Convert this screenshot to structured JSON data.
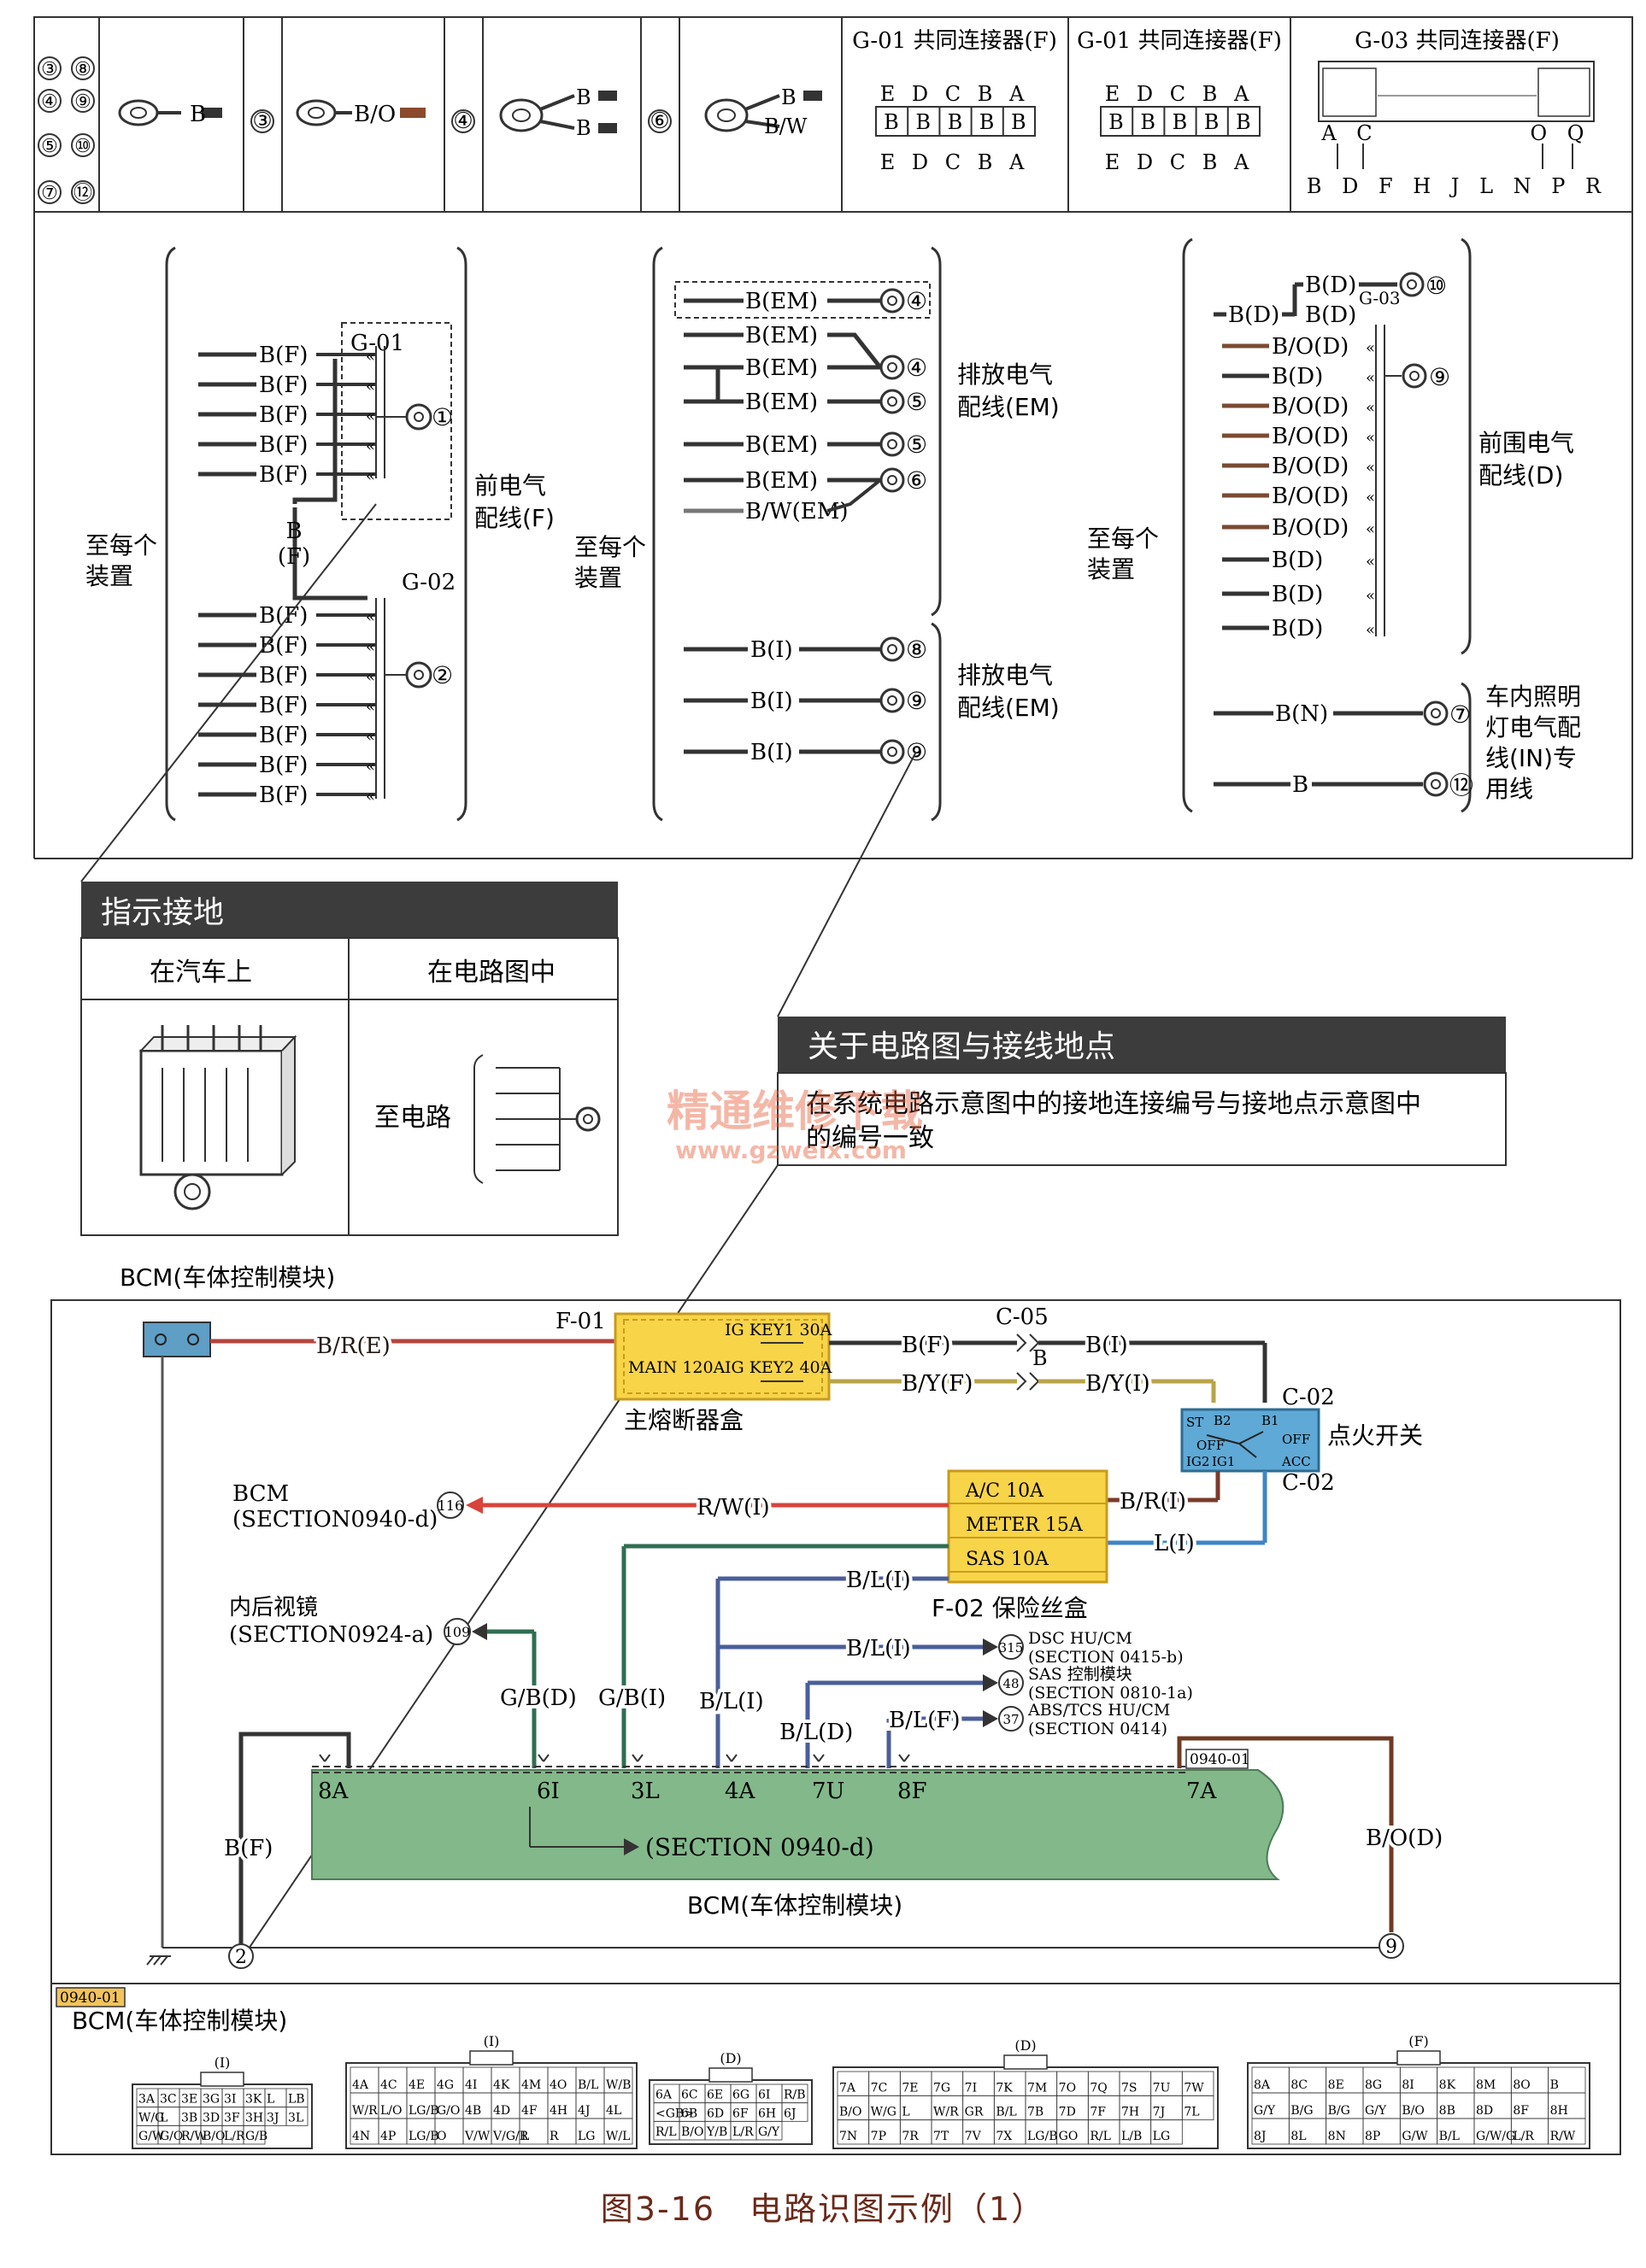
{
  "figure_caption": "图3-16　电路识图示例（1）",
  "watermark": {
    "cn": "精通维修下载",
    "url": "www.gzweix.com"
  },
  "legend_row": {
    "numbers_col1": [
      "③",
      "⑧",
      "④",
      "⑨",
      "⑤",
      "⑩",
      "⑦",
      "⑫"
    ],
    "items": [
      {
        "num": "",
        "label": "B"
      },
      {
        "num": "③",
        "label": "B/O"
      },
      {
        "num": "④",
        "label_a": "B",
        "label_b": "B"
      },
      {
        "num": "⑥",
        "label_a": "B",
        "label_b": "B/W"
      }
    ],
    "connectors": [
      {
        "title": "G-01 共同连接器(F)",
        "top_letters": "E D C B A",
        "pins": [
          "B",
          "B",
          "B",
          "B",
          "B"
        ],
        "bottom_letters": "E D C B A"
      },
      {
        "title": "G-01 共同连接器(F)",
        "top_letters": "E D C B A",
        "pins": [
          "B",
          "B",
          "B",
          "B",
          "B"
        ],
        "bottom_letters": "E D C B A"
      },
      {
        "title": "G-03 共同连接器(F)",
        "top_letters": "A C",
        "right_letters": "O Q",
        "bottom_letters": "B D F H J L N P R"
      }
    ]
  },
  "panel_f": {
    "side_label": "至每个\n装置",
    "group_label": "前电气\n配线(F)",
    "connector_top": "G-01",
    "connector_bottom": "G-02",
    "top_wires": [
      "B(F)",
      "B(F)",
      "B(F)",
      "B(F)",
      "B(F)"
    ],
    "mid_wire": "B\n(F)",
    "bottom_wires": [
      "B(F)",
      "B(F)",
      "B(F)",
      "B(F)",
      "B(F)",
      "B(F)",
      "B(F)"
    ],
    "ground_top": "①",
    "ground_bottom": "②"
  },
  "panel_em": {
    "side_label": "至每个\n装置",
    "group_label_1": "排放电气\n配线(EM)",
    "group_label_2": "排放电气\n配线(EM)",
    "wires_top": [
      {
        "label": "B(EM)",
        "gnd": "④"
      },
      {
        "label": "B(EM)",
        "gnd": ""
      },
      {
        "label": "B(EM)",
        "gnd": "④"
      },
      {
        "label": "B(EM)",
        "gnd": "⑤"
      },
      {
        "label": "B(EM)",
        "gnd": "⑤"
      },
      {
        "label": "B(EM)",
        "gnd": "⑥"
      },
      {
        "label": "B/W(EM)",
        "gnd": ""
      }
    ],
    "wires_bottom": [
      {
        "label": "B(I)",
        "gnd": "⑧"
      },
      {
        "label": "B(I)",
        "gnd": "⑨"
      },
      {
        "label": "B(I)",
        "gnd": "⑨"
      }
    ]
  },
  "panel_d": {
    "side_label": "至每个\n装置",
    "group_label": "前围电气\n配线(D)",
    "connector": "G-03",
    "top": [
      {
        "label": "B(D)",
        "gnd": "⑩"
      },
      {
        "label": "B(D)"
      },
      {
        "label": "B(D)"
      }
    ],
    "wires": [
      "B/O(D)",
      "B(D)",
      "B/O(D)",
      "B/O(D)",
      "B/O(D)",
      "B/O(D)",
      "B/O(D)",
      "B(D)",
      "B(D)",
      "B(D)"
    ],
    "gnd_main": "⑨",
    "interior_label": "车内照明\n灯电气配\n线(IN)专\n用线",
    "wire_n": {
      "label": "B(N)",
      "gnd": "⑦"
    },
    "wire_b": {
      "label": "B",
      "gnd": "⑫"
    }
  },
  "ground_box": {
    "title": "指示接地",
    "col1": "在汽车上",
    "col2": "在电路图中",
    "to_circuit": "至电路"
  },
  "about_box": {
    "title": "关于电路图与接线地点",
    "body": "在系统电路示意图中的接地连接编号与接地点示意图中的编号一致"
  },
  "circuit": {
    "bcm_top_label": "BCM(车体控制模块)",
    "wire_bre": "B/R(E)",
    "f01": "F-01",
    "main_fuse_box": "主熔断器盒",
    "fuse_igkey1": "IG KEY1 30A",
    "fuse_main": "MAIN 120A",
    "fuse_igkey2": "IG KEY2 40A",
    "wire_bf": "B(F)",
    "wire_byf": "B/Y(F)",
    "c05": "C-05",
    "c05_pin": "B",
    "wire_bi": "B(I)",
    "wire_byi": "B/Y(I)",
    "c02_top": "C-02",
    "c02_bottom": "C-02",
    "ignition": "点火开关",
    "ign_labels": [
      "ST",
      "B2",
      "B1",
      "OFF",
      "OFF",
      "IG2",
      "IG1",
      "ACC"
    ],
    "bcm_ref": "BCM\n(SECTION0940-d)",
    "bcm_ref_num": "116",
    "wire_rwi": "R/W(I)",
    "f02_fuses": [
      "A/C  10A",
      "METER  15A",
      "SAS  10A"
    ],
    "f02_label": "F-02 保险丝盒",
    "wire_bri": "B/R(I)",
    "wire_li": "L(I)",
    "wire_bli_1": "B/L(I)",
    "wire_bli_2": "B/L(I)",
    "dsc": "DSC  HU/CM\n(SECTION 0415-b)",
    "dsc_num": "315",
    "sas": "SAS  控制模块\n(SECTION 0810-1a)",
    "sas_num": "48",
    "abs": "ABS/TCS HU/CM\n(SECTION 0414)",
    "abs_num": "37",
    "wire_blf": "B/L(F)",
    "mirror": "内后视镜\n(SECTION0924-a)",
    "mirror_num": "109",
    "wire_gbd": "G/B(D)",
    "wire_gbi": "G/B(I)",
    "wire_bli_3": "B/L(I)",
    "wire_bld": "B/L(D)",
    "bcm_pins": [
      "8A",
      "6I",
      "3L",
      "4A",
      "7U",
      "8F",
      "7A"
    ],
    "bcm_conn_tag": "0940-01",
    "section_ref": "(SECTION  0940-d)",
    "bcm_bottom_label": "BCM(车体控制模块)",
    "wire_bf_left": "B(F)",
    "wire_bod": "B/O(D)",
    "gnd_left": "2",
    "gnd_right": "9"
  },
  "connectors_strip": {
    "tag": "0940-01",
    "title": "BCM(车体控制模块)",
    "blocks": [
      {
        "code": "(I)",
        "cells": [
          "3A",
          "3C",
          "3E",
          "3G",
          "3I",
          "3K",
          "L",
          "LB",
          "W/G",
          "L",
          "3B",
          "3D",
          "3F",
          "3H",
          "3J",
          "3L",
          "G/W",
          "G/O",
          "R/W",
          "B/O",
          "L/R",
          "G/B"
        ]
      },
      {
        "code": "(I)",
        "cells": [
          "4A",
          "4C",
          "4E",
          "4G",
          "4I",
          "4K",
          "4M",
          "4O",
          "B/L",
          "W/B",
          "W/R",
          "L/O",
          "LG/B",
          "G/O",
          "4B",
          "4D",
          "4F",
          "4H",
          "4J",
          "4L",
          "4N",
          "4P",
          "LG/B",
          "O",
          "V/W",
          "V/G/R",
          "L",
          "R",
          "LG",
          "W/L"
        ]
      },
      {
        "code": "(D)",
        "cells": [
          "6A",
          "6C",
          "6E",
          "6G",
          "6I",
          "R/B",
          "<GB>",
          "6B",
          "6D",
          "6F",
          "6H",
          "6J",
          "R/L",
          "B/O",
          "Y/B",
          "L/R",
          "G/Y"
        ]
      },
      {
        "code": "(D)",
        "cells": [
          "7A",
          "7C",
          "7E",
          "7G",
          "7I",
          "7K",
          "7M",
          "7O",
          "7Q",
          "7S",
          "7U",
          "7W",
          "B/O",
          "W/G",
          "L",
          "W/R",
          "GR",
          "B/L",
          "7B",
          "7D",
          "7F",
          "7H",
          "7J",
          "7L",
          "7N",
          "7P",
          "7R",
          "7T",
          "7V",
          "7X",
          "LG/B",
          "GO",
          "R/L",
          "L/B",
          "LG"
        ]
      },
      {
        "code": "(F)",
        "cells": [
          "8A",
          "8C",
          "8E",
          "8G",
          "8I",
          "8K",
          "8M",
          "8O",
          "B",
          "G/Y",
          "B/G",
          "B/G",
          "G/Y",
          "B/O",
          "8B",
          "8D",
          "8F",
          "8H",
          "8J",
          "8L",
          "8N",
          "8P",
          "G/W",
          "B/L",
          "G/W/G",
          "L/R",
          "R/W"
        ]
      }
    ]
  }
}
